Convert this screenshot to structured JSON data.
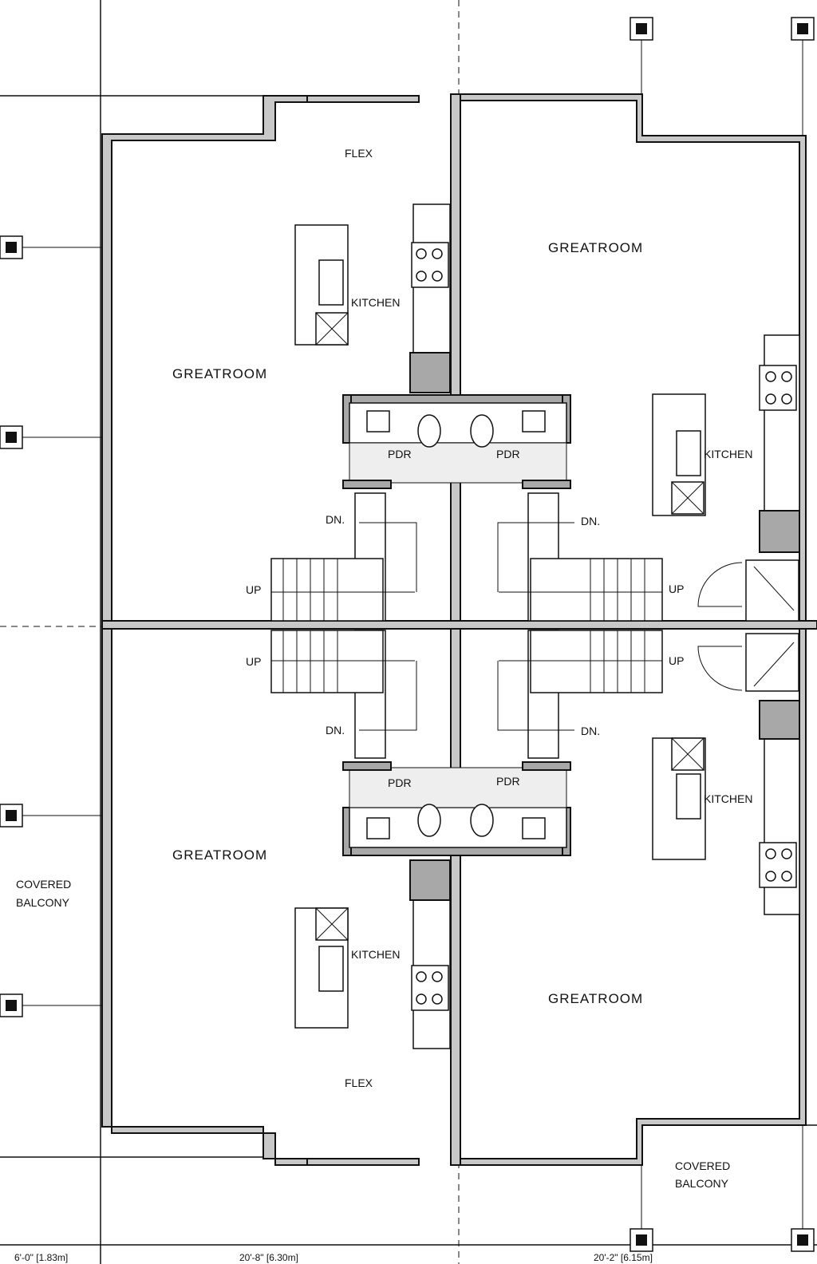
{
  "units": {
    "top_left": {
      "flex": "FLEX",
      "greatroom": "GREATROOM",
      "kitchen": "KITCHEN",
      "pdr": "PDR",
      "stair_dn": "DN.",
      "stair_up": "UP"
    },
    "top_right": {
      "greatroom": "GREATROOM",
      "kitchen": "KITCHEN",
      "pdr": "PDR",
      "stair_dn": "DN.",
      "stair_up": "UP"
    },
    "bottom_left": {
      "flex": "FLEX",
      "greatroom": "GREATROOM",
      "kitchen": "KITCHEN",
      "pdr": "PDR",
      "stair_dn": "DN.",
      "stair_up": "UP"
    },
    "bottom_right": {
      "greatroom": "GREATROOM",
      "kitchen": "KITCHEN",
      "pdr": "PDR",
      "stair_dn": "DN.",
      "stair_up": "UP"
    }
  },
  "balconies": {
    "left": {
      "line1": "COVERED",
      "line2": "BALCONY"
    },
    "right": {
      "line1": "COVERED",
      "line2": "BALCONY"
    }
  },
  "dimensions": [
    "6'-0\" [1.83m]",
    "20'-8\" [6.30m]",
    "20'-2\" [6.15m]"
  ]
}
